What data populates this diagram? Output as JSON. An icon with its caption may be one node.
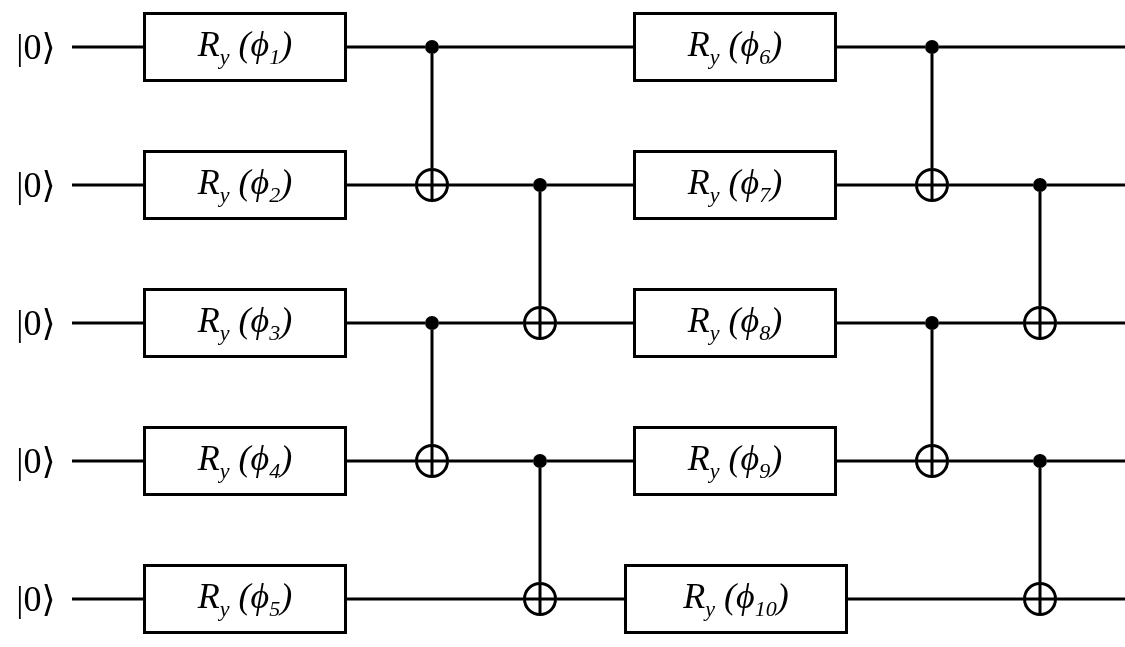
{
  "diagram": {
    "nodes": [
      {
        "text": [
          "|0⟩"
        ]
      },
      {
        "text": [
          "|0⟩"
        ]
      },
      {
        "text": [
          "|0⟩"
        ]
      },
      {
        "text": [
          "|0⟩"
        ]
      },
      {
        "text": [
          "|0⟩"
        ]
      },
      {
        "text": [
          "R$_{y}$ (ϕ$_{1}$)"
        ]
      },
      {
        "text": [
          "R$_{y}$ (ϕ$_{2}$)"
        ]
      },
      {
        "text": [
          "R$_{y}$ (ϕ$_{3}$)"
        ]
      },
      {
        "text": [
          "R$_{y}$ (ϕ$_{4}$)"
        ]
      },
      {
        "text": [
          "R$_{y}$ (ϕ$_{5}$)"
        ]
      },
      {
        "text": [
          "R$_{y}$ (ϕ$_{6}$)"
        ]
      },
      {
        "text": [
          "R$_{y}$ (ϕ$_{7}$)"
        ]
      },
      {
        "text": [
          "R$_{y}$ (ϕ$_{8}$)"
        ]
      },
      {
        "text": [
          "R$_{y}$ (ϕ$_{9}$)"
        ]
      },
      {
        "text": [
          "R$_{y}$ (ϕ$_{10}$)"
        ]
      },
      {
        "text": [],
        "shape": "dot"
      },
      {
        "text": [],
        "shape": "circle"
      },
      {
        "text": [],
        "shape": "dot"
      },
      {
        "text": [],
        "shape": "circle"
      },
      {
        "text": [],
        "shape": "dot"
      },
      {
        "text": [],
        "shape": "circle"
      },
      {
        "text": [],
        "shape": "dot"
      },
      {
        "text": [],
        "shape": "circle"
      },
      {
        "text": [],
        "shape": "dot"
      },
      {
        "text": [],
        "shape": "circle"
      },
      {
        "text": [],
        "shape": "dot"
      },
      {
        "text": [],
        "shape": "circle"
      },
      {
        "text": [],
        "shape": "dot"
      },
      {
        "text": [],
        "shape": "circle"
      },
      {
        "text": [],
        "shape": "dot"
      },
      {
        "text": [],
        "shape": "circle"
      }
    ],
    "edges": [
      {
        "from": 0,
        "to": 5,
        "arrow": "none"
      },
      {
        "from": 5,
        "to": 15,
        "arrow": "none"
      },
      {
        "from": 15,
        "to": 10,
        "arrow": "none"
      },
      {
        "from": 10,
        "to": 23,
        "arrow": "none"
      },
      {
        "from": 23,
        "to": null,
        "arrow": "none"
      },
      {
        "from": 1,
        "to": 6,
        "arrow": "none"
      },
      {
        "from": 6,
        "to": 16,
        "arrow": "none"
      },
      {
        "from": 16,
        "to": 19,
        "arrow": "none"
      },
      {
        "from": 19,
        "to": 11,
        "arrow": "none"
      },
      {
        "from": 11,
        "to": 24,
        "arrow": "none"
      },
      {
        "from": 24,
        "to": 27,
        "arrow": "none"
      },
      {
        "from": 27,
        "to": null,
        "arrow": "none"
      },
      {
        "from": 2,
        "to": 7,
        "arrow": "none"
      },
      {
        "from": 7,
        "to": 17,
        "arrow": "none"
      },
      {
        "from": 17,
        "to": 20,
        "arrow": "none"
      },
      {
        "from": 20,
        "to": 12,
        "arrow": "none"
      },
      {
        "from": 12,
        "to": 25,
        "arrow": "none"
      },
      {
        "from": 25,
        "to": 28,
        "arrow": "none"
      },
      {
        "from": 28,
        "to": null,
        "arrow": "none"
      },
      {
        "from": 3,
        "to": 8,
        "arrow": "none"
      },
      {
        "from": 8,
        "to": 18,
        "arrow": "none"
      },
      {
        "from": 18,
        "to": 21,
        "arrow": "none"
      },
      {
        "from": 21,
        "to": 13,
        "arrow": "none"
      },
      {
        "from": 13,
        "to": 26,
        "arrow": "none"
      },
      {
        "from": 26,
        "to": 29,
        "arrow": "none"
      },
      {
        "from": 29,
        "to": null,
        "arrow": "none"
      },
      {
        "from": 4,
        "to": 9,
        "arrow": "none"
      },
      {
        "from": 9,
        "to": 22,
        "arrow": "none"
      },
      {
        "from": 22,
        "to": 14,
        "arrow": "none"
      },
      {
        "from": 14,
        "to": 30,
        "arrow": "none"
      },
      {
        "from": 30,
        "to": null,
        "arrow": "none"
      },
      {
        "from": 15,
        "to": 16,
        "arrow": "none"
      },
      {
        "from": 17,
        "to": 18,
        "arrow": "none"
      },
      {
        "from": 19,
        "to": 20,
        "arrow": "none"
      },
      {
        "from": 21,
        "to": 22,
        "arrow": "none"
      },
      {
        "from": 23,
        "to": 24,
        "arrow": "none"
      },
      {
        "from": 25,
        "to": 26,
        "arrow": "none"
      },
      {
        "from": 27,
        "to": 28,
        "arrow": "none"
      },
      {
        "from": 29,
        "to": 30,
        "arrow": "none"
      }
    ]
  }
}
